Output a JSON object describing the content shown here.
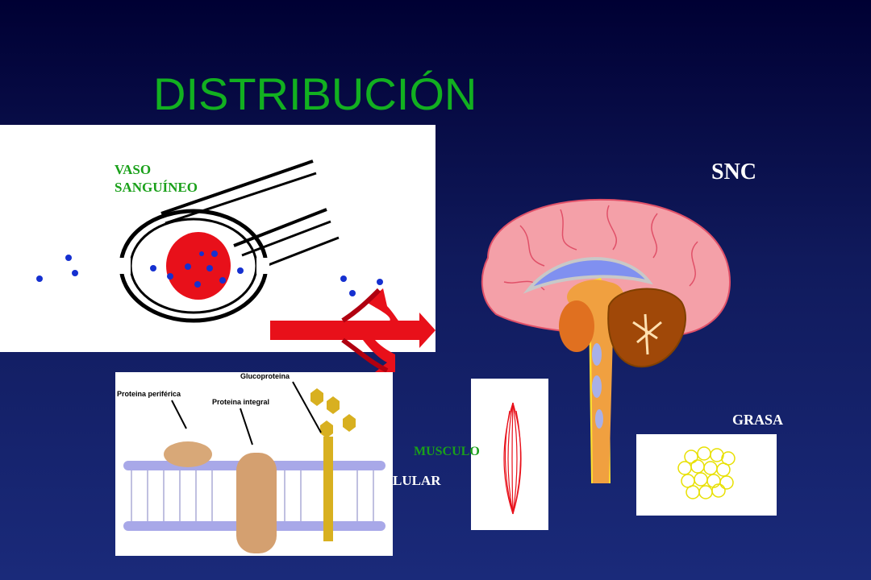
{
  "slide": {
    "title": "DISTRIBUCIÓN",
    "labels": {
      "vaso_line1": "VASO",
      "vaso_line2": "SANGUÍNEO",
      "snc": "SNC",
      "grasa": "GRASA",
      "musculo": "MUSCULO",
      "celular_partial": "LULAR"
    },
    "membrane_labels": {
      "peripheral": "Proteina periférica",
      "integral": "Proteina integral",
      "glyco": "Glucoproteina"
    },
    "colors": {
      "title": "#12b020",
      "label_green": "#1aa01a",
      "label_white": "#ffffff",
      "arrow_red": "#e8101a"
    }
  }
}
